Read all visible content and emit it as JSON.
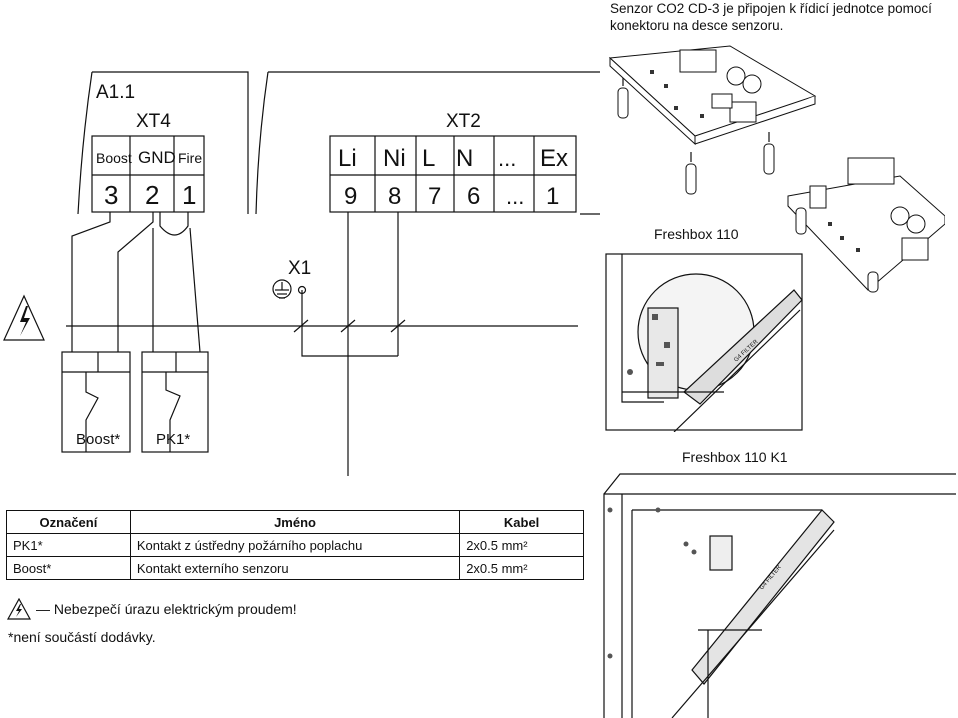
{
  "wiring": {
    "module_label": "A1.1",
    "xt4": {
      "title": "XT4",
      "labels": [
        "Boost",
        "GND",
        "Fire"
      ],
      "numbers": [
        "3",
        "2",
        "1"
      ]
    },
    "xt2": {
      "title": "XT2",
      "labels": [
        "Li",
        "Ni",
        "L",
        "N",
        "...",
        "Ex"
      ],
      "numbers": [
        "9",
        "8",
        "7",
        "6",
        "...",
        "1"
      ]
    },
    "ground_label": "X1",
    "contacts": [
      "Boost*",
      "PK1*"
    ]
  },
  "sensor_caption": "Senzor CO2 CD-3 je připojen k řídicí jednotce pomocí konektoru na desce senzoru.",
  "freshbox_110": "Freshbox 110",
  "freshbox_110_k1": "Freshbox 110 K1",
  "table": {
    "headers": [
      "Označení",
      "Jméno",
      "Kabel"
    ],
    "rows": [
      [
        "PK1*",
        "Kontakt z ústředny požárního poplachu",
        "2x0.5 mm²"
      ],
      [
        "Boost*",
        "Kontakt externího senzoru",
        "2x0.5 mm²"
      ]
    ]
  },
  "notes": {
    "danger": "— Nebezpečí úrazu elektrickým proudem!",
    "not_included": "*není součástí dodávky."
  }
}
